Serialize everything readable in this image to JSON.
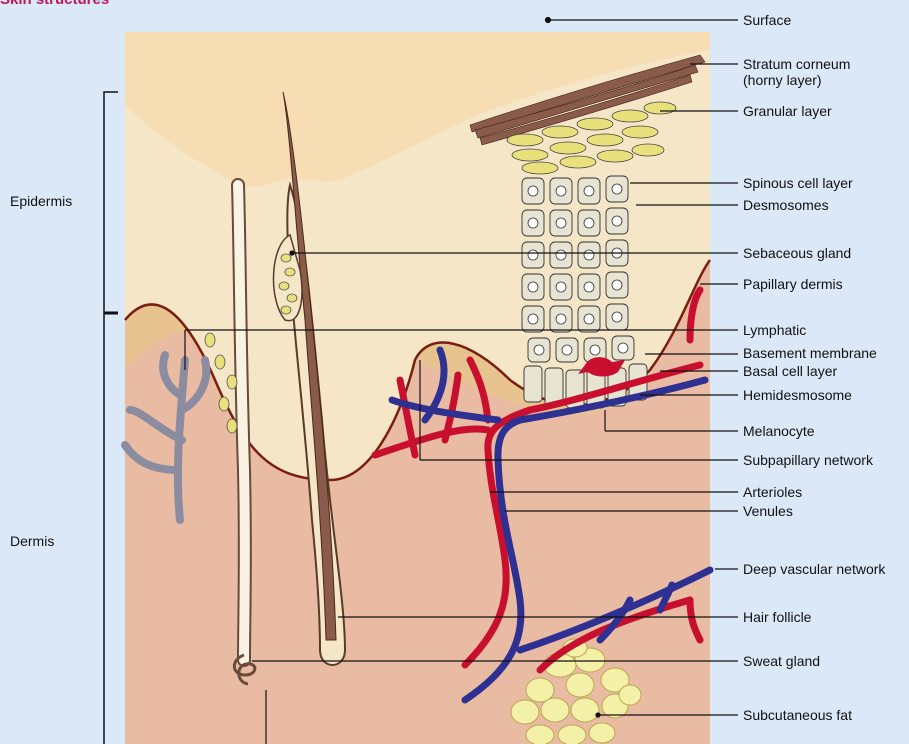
{
  "header": {
    "clipped_title": "Skin structures"
  },
  "regions": {
    "epidermis": "Epidermis",
    "dermis": "Dermis"
  },
  "labels": [
    {
      "id": "surface",
      "text": "Surface"
    },
    {
      "id": "stratum-corneum",
      "text": "Stratum corneum\n(horny layer)"
    },
    {
      "id": "granular-layer",
      "text": "Granular layer"
    },
    {
      "id": "spinous-cell-layer",
      "text": "Spinous cell layer"
    },
    {
      "id": "desmosomes",
      "text": "Desmosomes"
    },
    {
      "id": "sebaceous-gland",
      "text": "Sebaceous gland"
    },
    {
      "id": "papillary-dermis",
      "text": "Papillary dermis"
    },
    {
      "id": "lymphatic",
      "text": "Lymphatic"
    },
    {
      "id": "basement-membrane",
      "text": "Basement membrane"
    },
    {
      "id": "basal-cell-layer",
      "text": "Basal cell layer"
    },
    {
      "id": "hemidesmosome",
      "text": "Hemidesmosome"
    },
    {
      "id": "melanocyte",
      "text": "Melanocyte"
    },
    {
      "id": "subpapillary-network",
      "text": "Subpapillary network"
    },
    {
      "id": "arterioles",
      "text": "Arterioles"
    },
    {
      "id": "venules",
      "text": "Venules"
    },
    {
      "id": "deep-vascular-network",
      "text": "Deep vascular network"
    },
    {
      "id": "hair-follicle",
      "text": "Hair follicle"
    },
    {
      "id": "sweat-gland",
      "text": "Sweat gland"
    },
    {
      "id": "subcutaneous-fat",
      "text": "Subcutaneous fat"
    }
  ],
  "colors": {
    "background": "#dbe8f7",
    "epidermis": "#f6e6c8",
    "dermis": "#e9bba2",
    "papillary": "#e7c48f",
    "keratin": "#8a5a4a",
    "granular": "#e8e07a",
    "cells": "#e8e4d2",
    "artery": "#c8102e",
    "vein": "#2e3192",
    "lymph": "#8c8ca0",
    "fat": "#f5f0a8"
  }
}
